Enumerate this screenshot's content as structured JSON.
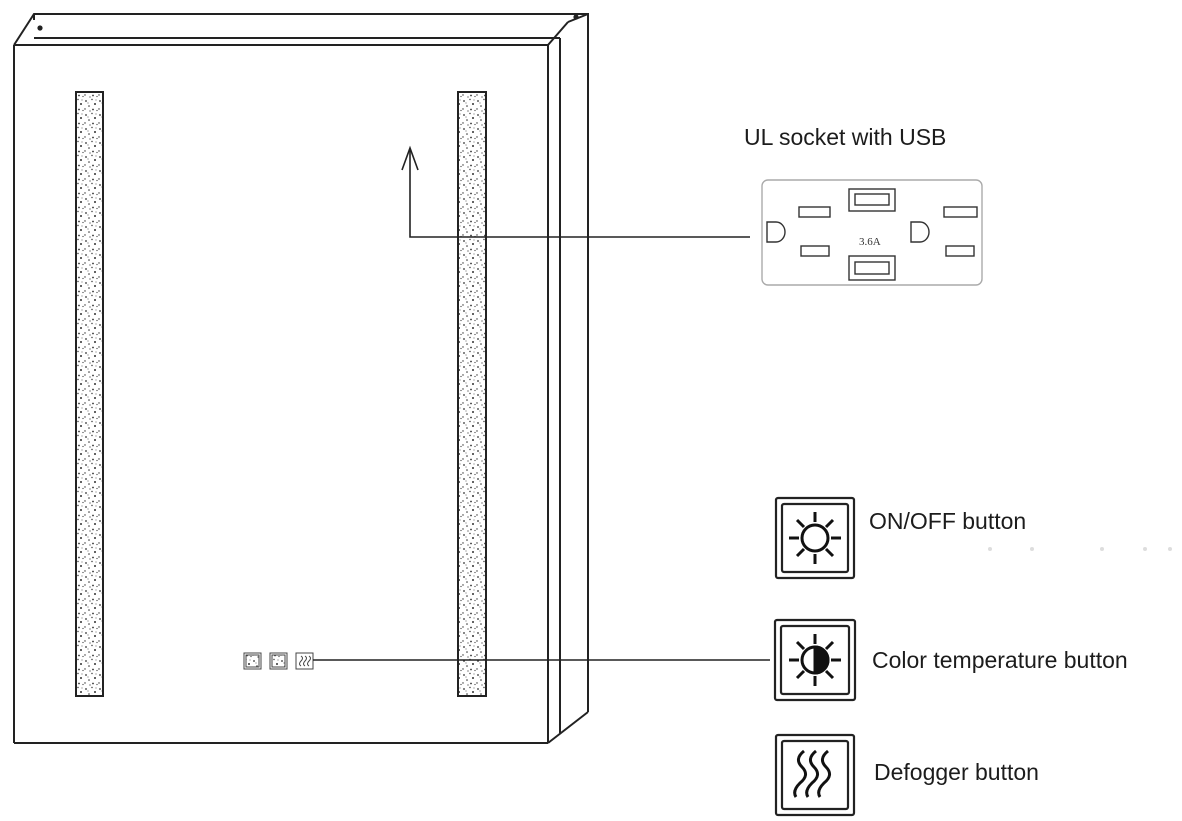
{
  "socket": {
    "title": "UL socket with USB",
    "rating": "3.6A"
  },
  "buttons": [
    {
      "label": "ON/OFF button",
      "icon": "sun-icon"
    },
    {
      "label": "Color temperature button",
      "icon": "half-sun-icon"
    },
    {
      "label": "Defogger button",
      "icon": "heat-waves-icon"
    }
  ],
  "colors": {
    "line": "#222222",
    "background": "#ffffff",
    "speckle": "#333333"
  }
}
